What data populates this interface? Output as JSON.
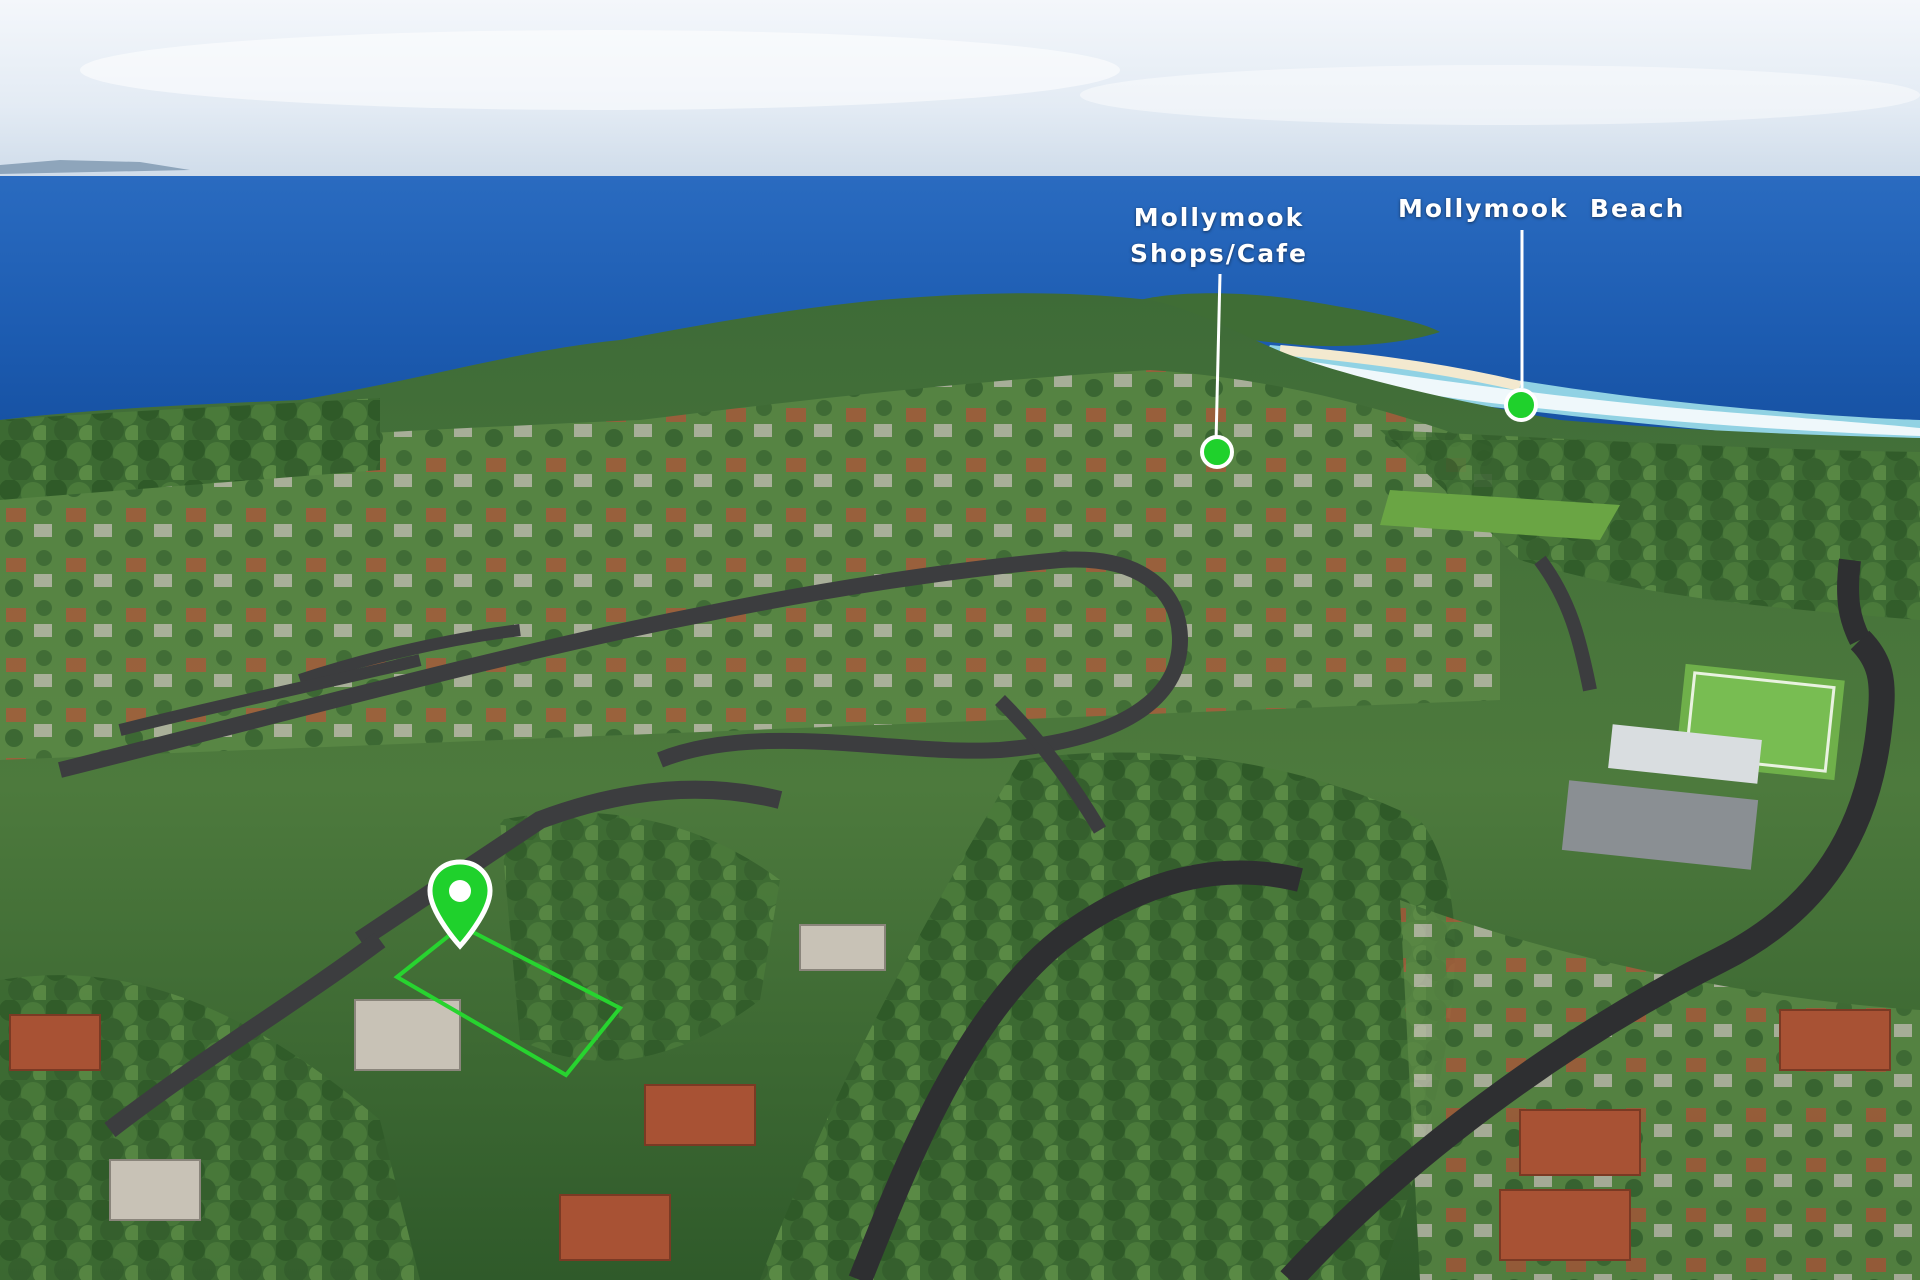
{
  "annotations": {
    "shops": {
      "line1": "Mollymook",
      "line2": "Shops/Cafe"
    },
    "beach": {
      "label": "Mollymook  Beach"
    }
  },
  "colors": {
    "marker_green": "#1fd12c",
    "lot_outline": "#27d42f",
    "ocean": "#1a5fb4",
    "sky": "#e8eef5"
  },
  "icons": {
    "property_pin": "map-pin-icon",
    "poi_dot": "location-dot-icon"
  }
}
